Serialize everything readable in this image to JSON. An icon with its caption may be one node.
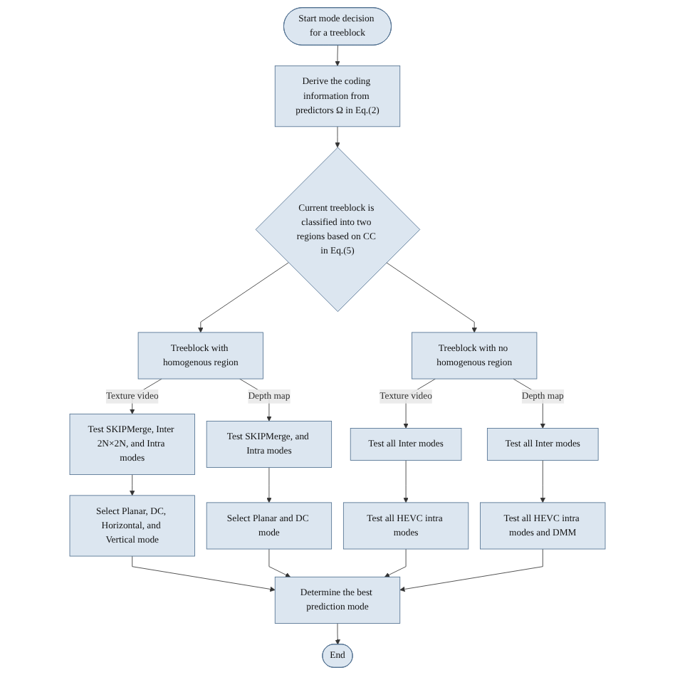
{
  "diagram": {
    "nodes": [
      {
        "text": [
          "Start mode decision for a treeblock"
        ]
      },
      {
        "text": [
          "Derive the coding information from predictors Ω in Eq.(2)"
        ]
      },
      {
        "text": [
          "Current treeblock is classified into two regions based on CC in Eq.(5)"
        ]
      },
      {
        "text": [
          "Treeblock with homogenous region"
        ]
      },
      {
        "text": [
          "Treeblock with no homogenous region"
        ]
      },
      {
        "text": [
          "Test SKIPMerge, Inter 2N×2N, and Intra modes"
        ]
      },
      {
        "text": [
          "Test SKIPMerge, and Intra modes"
        ]
      },
      {
        "text": [
          "Test all Inter modes"
        ]
      },
      {
        "text": [
          "Test all Inter modes"
        ]
      },
      {
        "text": [
          "Select Planar, DC, Horizontal, and Vertical mode"
        ]
      },
      {
        "text": [
          "Select Planar and DC mode"
        ]
      },
      {
        "text": [
          "Test all HEVC intra modes"
        ]
      },
      {
        "text": [
          "Test all HEVC intra modes and DMM"
        ]
      },
      {
        "text": [
          "Determine the best prediction mode"
        ]
      },
      {
        "text": [
          "End"
        ]
      }
    ],
    "edges": [
      {
        "from": 0,
        "to": 1,
        "arrow": "to"
      },
      {
        "from": 1,
        "to": 2,
        "arrow": "to"
      },
      {
        "from": 2,
        "to": 3,
        "arrow": "to"
      },
      {
        "from": 2,
        "to": 4,
        "arrow": "to"
      },
      {
        "from": 3,
        "to": 5,
        "label": "Texture video",
        "arrow": "to"
      },
      {
        "from": 3,
        "to": 6,
        "label": "Depth map",
        "arrow": "to"
      },
      {
        "from": 4,
        "to": 7,
        "label": "Texture video",
        "arrow": "to"
      },
      {
        "from": 4,
        "to": 8,
        "label": "Depth map",
        "arrow": "to"
      },
      {
        "from": 5,
        "to": 9,
        "arrow": "to"
      },
      {
        "from": 6,
        "to": 10,
        "arrow": "to"
      },
      {
        "from": 7,
        "to": 11,
        "arrow": "to"
      },
      {
        "from": 8,
        "to": 12,
        "arrow": "to"
      },
      {
        "from": 9,
        "to": 13,
        "arrow": "to"
      },
      {
        "from": 10,
        "to": 13,
        "arrow": "to"
      },
      {
        "from": 11,
        "to": 13,
        "arrow": "to"
      },
      {
        "from": 12,
        "to": 13,
        "arrow": "to"
      },
      {
        "from": 13,
        "to": 14,
        "arrow": "to"
      }
    ]
  }
}
